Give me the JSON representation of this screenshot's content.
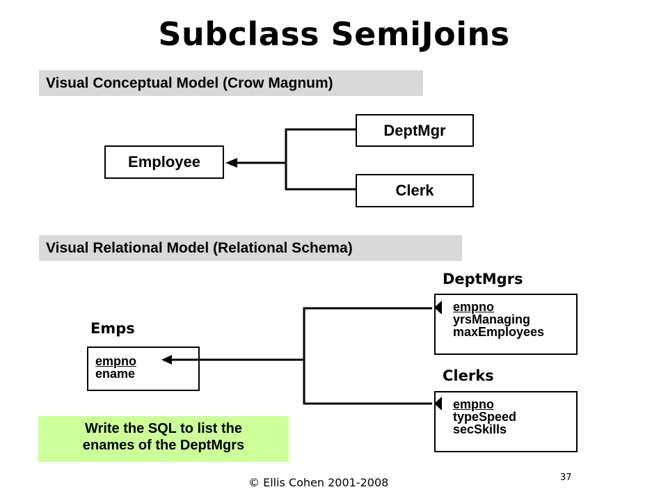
{
  "title": "Subclass SemiJoins",
  "conceptual": {
    "header": "Visual Conceptual Model (Crow Magnum)",
    "superclass": "Employee",
    "subclasses": [
      "DeptMgr",
      "Clerk"
    ]
  },
  "relational": {
    "header": "Visual Relational Model (Relational Schema)",
    "emps": {
      "name": "Emps",
      "fields": [
        "empno",
        "ename"
      ]
    },
    "deptmgrs": {
      "name": "DeptMgrs",
      "fields": [
        "empno",
        "yrsManaging",
        "maxEmployees"
      ]
    },
    "clerks": {
      "name": "Clerks",
      "fields": [
        "empno",
        "typeSpeed",
        "secSkills"
      ]
    }
  },
  "note": {
    "line1": "Write the SQL to list the",
    "line2": "enames of the DeptMgrs"
  },
  "footer": {
    "copyright": "© Ellis Cohen 2001-2008",
    "page": "37"
  },
  "colors": {
    "band": "#d9d9d9",
    "note": "#ccff99"
  }
}
